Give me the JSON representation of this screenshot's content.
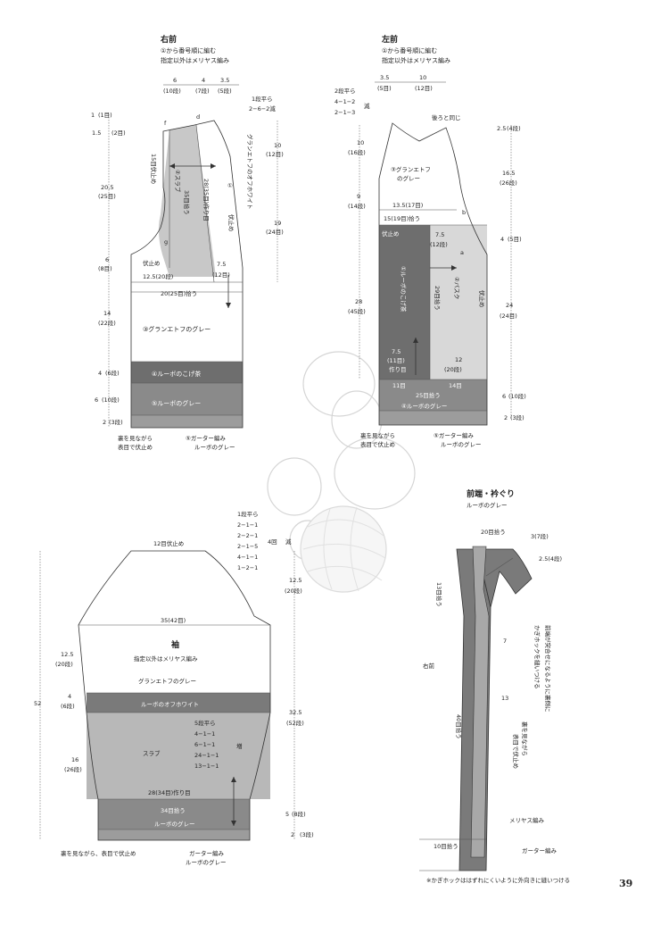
{
  "page_number": "39",
  "right_front": {
    "title": "右前",
    "note1": "①から番号順に編む",
    "note2": "指定以外はメリヤス編み",
    "top_dims": [
      "6",
      "4",
      "3.5"
    ],
    "top_rows": [
      "(10段)",
      "(7段)",
      "(5段)"
    ],
    "shoulder_dec": [
      "1段平ら",
      "2−6−2減"
    ],
    "left_dims": [
      {
        "v": "1",
        "r": "(1目)"
      },
      {
        "v": "1.5",
        "r": "(2目)"
      },
      {
        "v": "20.5",
        "r": "(25目)"
      },
      {
        "v": "6",
        "r": "(8目)"
      },
      {
        "v": "14",
        "r": "(22段)"
      },
      {
        "v": "4",
        "r": "(6段)"
      },
      {
        "v": "6",
        "r": "(10段)"
      },
      {
        "v": "2",
        "r": "(3段)"
      }
    ],
    "right_dims": [
      {
        "v": "10",
        "r": "(12目)"
      },
      {
        "v": "19",
        "r": "(24目)"
      }
    ],
    "labels": {
      "f": "f",
      "d": "d",
      "g": "g",
      "bind15": "15目伏止め",
      "slub": "②スラブ",
      "pick35": "35目拾う",
      "make28": "28(35目)作り目",
      "circle1": "①",
      "grand_off": "グランエトフのオフホワイト",
      "bindoff": "伏止め",
      "bind_left": "伏止め",
      "w75": "7.5",
      "r12": "(12目)",
      "w125": "12.5(20段)",
      "pick20": "20(25目)拾う",
      "band3": "③グランエトフのグレー",
      "band4": "④ルーボのこげ茶",
      "band5": "⑤ルーボのグレー",
      "bottom1": "裏を見ながら",
      "bottom2": "表目で伏止め",
      "garter1": "⑤ガーター編み",
      "garter2": "ルーボのグレー"
    }
  },
  "left_front": {
    "title": "左前",
    "note1": "①から番号順に編む",
    "note2": "指定以外はメリヤス編み",
    "top_dims": [
      "3.5",
      "10"
    ],
    "top_rows": [
      "(5目)",
      "(12目)"
    ],
    "neck_dec": [
      "2段平ら",
      "4−1−2",
      "2−1−3"
    ],
    "neck_dec_suffix": "減",
    "back_same": "後ろと同じ",
    "left_dims": [
      {
        "v": "10",
        "r": "(16段)"
      },
      {
        "v": "9",
        "r": "(14段)"
      },
      {
        "v": "28",
        "r": "(45段)"
      }
    ],
    "right_dims": [
      {
        "v": "2.5",
        "r": "(4段)"
      },
      {
        "v": "16.5",
        "r": "(26段)"
      },
      {
        "v": "4",
        "r": "(5目)"
      },
      {
        "v": "24",
        "r": "(24目)"
      },
      {
        "v": "6",
        "r": "(10段)"
      },
      {
        "v": "2",
        "r": "(3段)"
      }
    ],
    "labels": {
      "yarn3": "③グランエトフ",
      "yarn3b": "のグレー",
      "w135": "13.5(17目)",
      "pick15": "15(19目)拾う",
      "b": "b",
      "bindoff": "伏止め",
      "w75": "7.5",
      "r12": "(12段)",
      "a": "a",
      "band1": "①ルーボのこげ茶",
      "band2": "②バスク",
      "pick29": "29目拾う",
      "bind_r": "伏止め",
      "v75": "7.5",
      "v11": "(11目)",
      "make": "作り目",
      "w12": "12",
      "r20": "(20段)",
      "m11": "11目",
      "m14": "14目",
      "pick25": "25目拾う",
      "band4": "④ルーボのグレー",
      "bottom1": "裏を見ながら",
      "bottom2": "表目で伏止め",
      "garter1": "⑤ガーター編み",
      "garter2": "ルーボのグレー"
    }
  },
  "sleeve": {
    "title": "袖",
    "note": "指定以外はメリヤス編み",
    "bind12": "12目伏止め",
    "top_dec": [
      "1段平ら",
      "2−1−1",
      "2−2−1",
      "2−1−5",
      "4−1−1",
      "1−2−1"
    ],
    "dec_suffix1": "4回",
    "dec_suffix2": "減",
    "w35": "35(42目)",
    "left_dims": [
      {
        "v": "52",
        "r": ""
      },
      {
        "v": "12.5",
        "r": "(20段)"
      },
      {
        "v": "4",
        "r": "(6段)"
      },
      {
        "v": "16",
        "r": "(26段)"
      }
    ],
    "right_dims": [
      {
        "v": "12.5",
        "r": "(20段)"
      },
      {
        "v": "32.5",
        "r": "(52段)"
      },
      {
        "v": "5",
        "r": "(8段)"
      },
      {
        "v": "2",
        "r": "(3段)"
      }
    ],
    "yarn_grey": "グランエトフのグレー",
    "band_off": "ルーボのオフホワイト",
    "slub": "スラブ",
    "inc": [
      "5段平ら",
      "4−1−1",
      "6−1−1",
      "24−1−1",
      "13−1−1"
    ],
    "inc_suffix": "増",
    "make28": "28(34目)作り目",
    "pick34": "34目拾う",
    "band_grey": "ルーボのグレー",
    "bottom": "裏を見ながら、表目で伏止め",
    "garter1": "ガーター編み",
    "garter2": "ルーボのグレー"
  },
  "front_band": {
    "title": "前端・衿ぐり",
    "yarn": "ルーボのグレー",
    "pick20": "20目拾う",
    "r3": "3(7段)",
    "r25": "2.5(4段)",
    "pick13": "13目拾う",
    "right_front": "右前",
    "d7": "7",
    "d13": "13",
    "hook_note1": "前端が突合せになるように裏側に",
    "hook_note2": "かぎホックを縫いつける",
    "back_note1": "裏を見ながら",
    "back_note2": "表目で伏止め",
    "pick40": "40目拾う",
    "stock": "メリヤス編み",
    "pick10": "10目拾う",
    "garter": "ガーター編み",
    "footnote": "※かぎホックははずれにくいように外向きに縫いつける"
  }
}
